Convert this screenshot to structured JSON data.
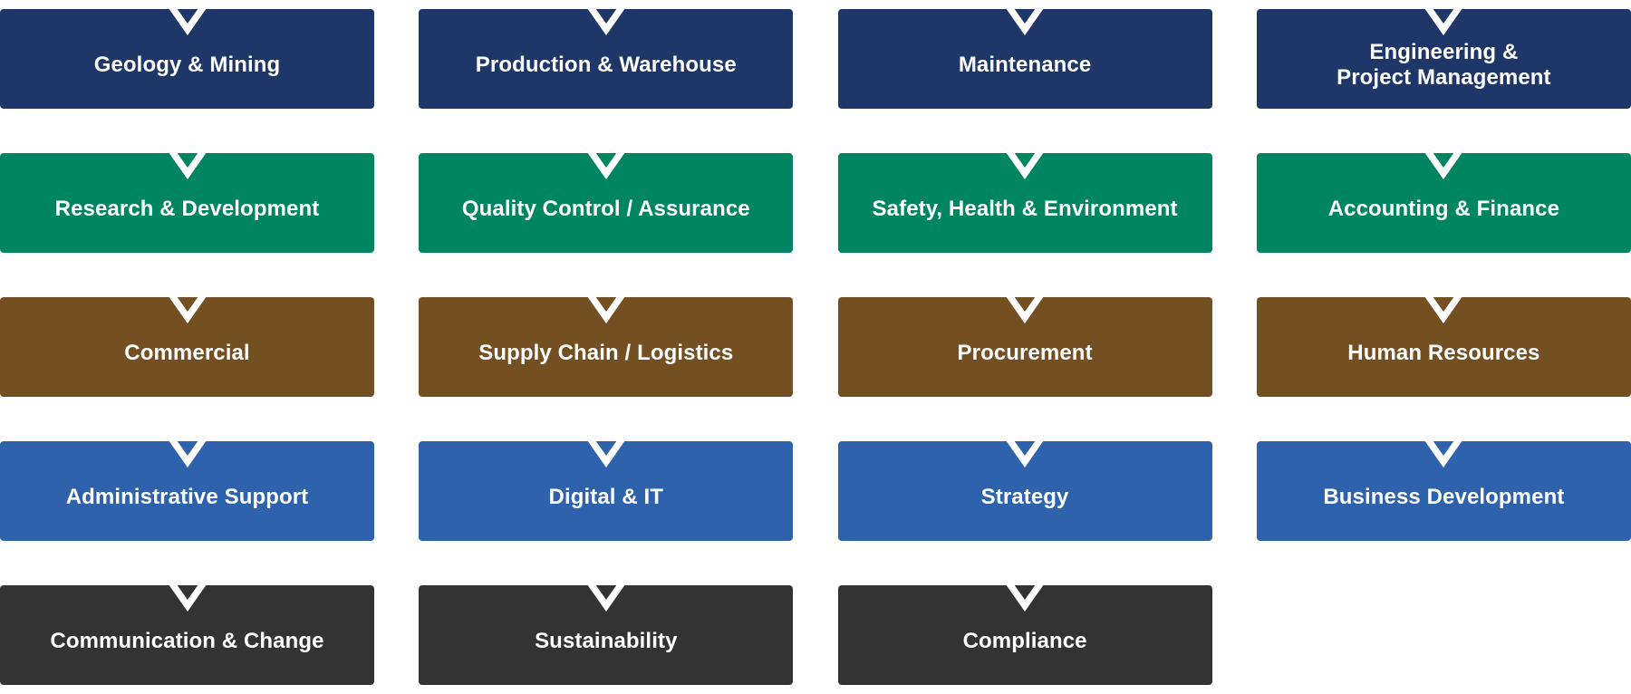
{
  "colors": {
    "navy": "#1e3768",
    "green": "#008562",
    "brown": "#744f22",
    "blue": "#2f62ad",
    "charcoal": "#333333",
    "notch": "#ffffff",
    "background": "#ffffff"
  },
  "icon": "chevron-down-icon",
  "tiles": [
    {
      "label": "Geology & Mining",
      "color": "navy"
    },
    {
      "label": "Production & Warehouse",
      "color": "navy"
    },
    {
      "label": "Maintenance",
      "color": "navy"
    },
    {
      "label": "Engineering &\nProject Management",
      "color": "navy"
    },
    {
      "label": "Research & Development",
      "color": "green"
    },
    {
      "label": "Quality Control / Assurance",
      "color": "green"
    },
    {
      "label": "Safety, Health & Environment",
      "color": "green"
    },
    {
      "label": "Accounting & Finance",
      "color": "green"
    },
    {
      "label": "Commercial",
      "color": "brown"
    },
    {
      "label": "Supply Chain / Logistics",
      "color": "brown"
    },
    {
      "label": "Procurement",
      "color": "brown"
    },
    {
      "label": "Human Resources",
      "color": "brown"
    },
    {
      "label": "Administrative Support",
      "color": "blue"
    },
    {
      "label": "Digital & IT",
      "color": "blue"
    },
    {
      "label": "Strategy",
      "color": "blue"
    },
    {
      "label": "Business Development",
      "color": "blue"
    },
    {
      "label": "Communication & Change",
      "color": "charcoal"
    },
    {
      "label": "Sustainability",
      "color": "charcoal"
    },
    {
      "label": "Compliance",
      "color": "charcoal"
    }
  ]
}
